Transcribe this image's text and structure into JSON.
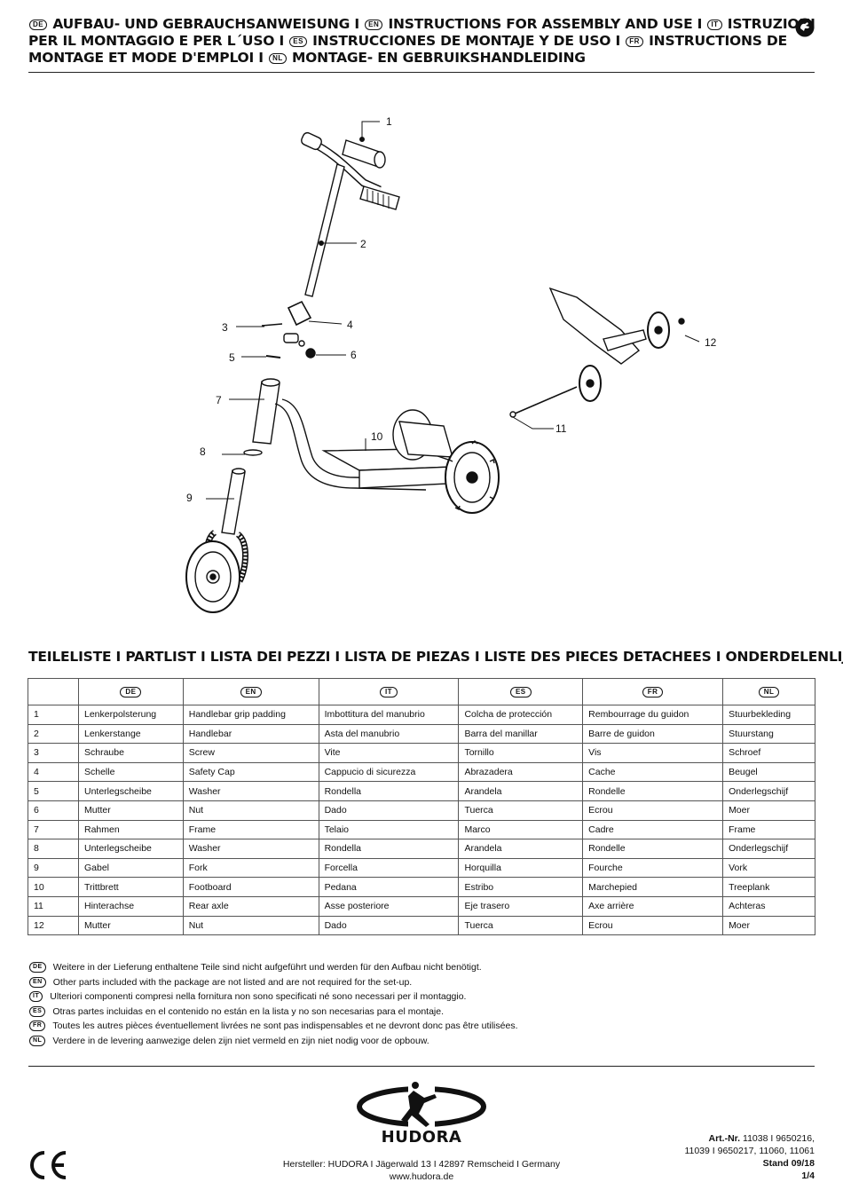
{
  "header": {
    "lines": [
      [
        {
          "lang": "DE",
          "text": "AUFBAU- UND GEBRAUCHSANWEISUNG I"
        },
        {
          "lang": "EN",
          "text": "INSTRUCTIONS FOR ASSEMBLY AND USE I"
        },
        {
          "lang": "IT",
          "text": "ISTRUZIONI"
        }
      ],
      [
        {
          "lang": "",
          "text": "PER IL MONTAGGIO E PER L´USO I"
        },
        {
          "lang": "ES",
          "text": "INSTRUCCIONES DE MONTAJE Y DE USO I"
        },
        {
          "lang": "FR",
          "text": "INSTRUCTIONS DE"
        }
      ],
      [
        {
          "lang": "",
          "text": "MONTAGE ET MODE D'EMPLOI I"
        },
        {
          "lang": "NL",
          "text": "MONTAGE- EN GEBRUIKSHANDLEIDING"
        }
      ]
    ]
  },
  "diagram": {
    "callouts": [
      "1",
      "2",
      "3",
      "4",
      "5",
      "6",
      "7",
      "8",
      "9",
      "10",
      "11",
      "12"
    ]
  },
  "partlist": {
    "title": "TEILELISTE I PARTLIST I LISTA DEI PEZZI I LISTA DE PIEZAS I LISTE DES PIECES DETACHEES I ONDERDELENLIJST",
    "languages": [
      "DE",
      "EN",
      "IT",
      "ES",
      "FR",
      "NL"
    ],
    "rows": [
      [
        "1",
        "Lenkerpolsterung",
        "Handlebar grip padding",
        "Imbottitura del manubrio",
        "Colcha de protección",
        "Rembourrage du guidon",
        "Stuurbekleding"
      ],
      [
        "2",
        "Lenkerstange",
        "Handlebar",
        "Asta del manubrio",
        "Barra del manillar",
        "Barre de guidon",
        "Stuurstang"
      ],
      [
        "3",
        "Schraube",
        "Screw",
        "Vite",
        "Tornillo",
        "Vis",
        "Schroef"
      ],
      [
        "4",
        "Schelle",
        "Safety Cap",
        "Cappucio di sicurezza",
        "Abrazadera",
        "Cache",
        "Beugel"
      ],
      [
        "5",
        "Unterlegscheibe",
        "Washer",
        "Rondella",
        "Arandela",
        "Rondelle",
        "Onderlegschijf"
      ],
      [
        "6",
        "Mutter",
        "Nut",
        "Dado",
        "Tuerca",
        "Ecrou",
        "Moer"
      ],
      [
        "7",
        "Rahmen",
        "Frame",
        "Telaio",
        "Marco",
        "Cadre",
        "Frame"
      ],
      [
        "8",
        "Unterlegscheibe",
        "Washer",
        "Rondella",
        "Arandela",
        "Rondelle",
        "Onderlegschijf"
      ],
      [
        "9",
        "Gabel",
        "Fork",
        "Forcella",
        "Horquilla",
        "Fourche",
        "Vork"
      ],
      [
        "10",
        "Trittbrett",
        "Footboard",
        "Pedana",
        "Estribo",
        "Marchepied",
        "Treeplank"
      ],
      [
        "11",
        "Hinterachse",
        "Rear axle",
        "Asse posteriore",
        "Eje trasero",
        "Axe arrière",
        "Achteras"
      ],
      [
        "12",
        "Mutter",
        "Nut",
        "Dado",
        "Tuerca",
        "Ecrou",
        "Moer"
      ]
    ]
  },
  "notes": [
    {
      "lang": "DE",
      "text": "Weitere in der Lieferung enthaltene Teile sind nicht aufgeführt und werden für den Aufbau nicht benötigt."
    },
    {
      "lang": "EN",
      "text": "Other parts included with the package are not listed and are not required for the set-up."
    },
    {
      "lang": "IT",
      "text": "Ulteriori componenti compresi nella fornitura non sono specificati né sono necessari per il montaggio."
    },
    {
      "lang": "ES",
      "text": "Otras partes incluidas en el contenido no están en la lista y no son necesarias para el montaje."
    },
    {
      "lang": "FR",
      "text": "Toutes les autres pièces éventuellement livrées ne sont pas indispensables et ne devront donc pas être utilisées."
    },
    {
      "lang": "NL",
      "text": "Verdere in de levering aanwezige delen zijn niet vermeld en zijn niet nodig voor de opbouw."
    }
  ],
  "footer": {
    "brand": "HUDORA",
    "maker": "Hersteller: HUDORA I Jägerwald 13 I 42897 Remscheid I Germany",
    "url": "www.hudora.de",
    "art_label": "Art.-Nr.",
    "art_line1": "11038 I 9650216,",
    "art_line2": "11039 I 9650217, 11060, 11061",
    "stand": "Stand 09/18",
    "page": "1/4",
    "ce_mark": "CE"
  }
}
